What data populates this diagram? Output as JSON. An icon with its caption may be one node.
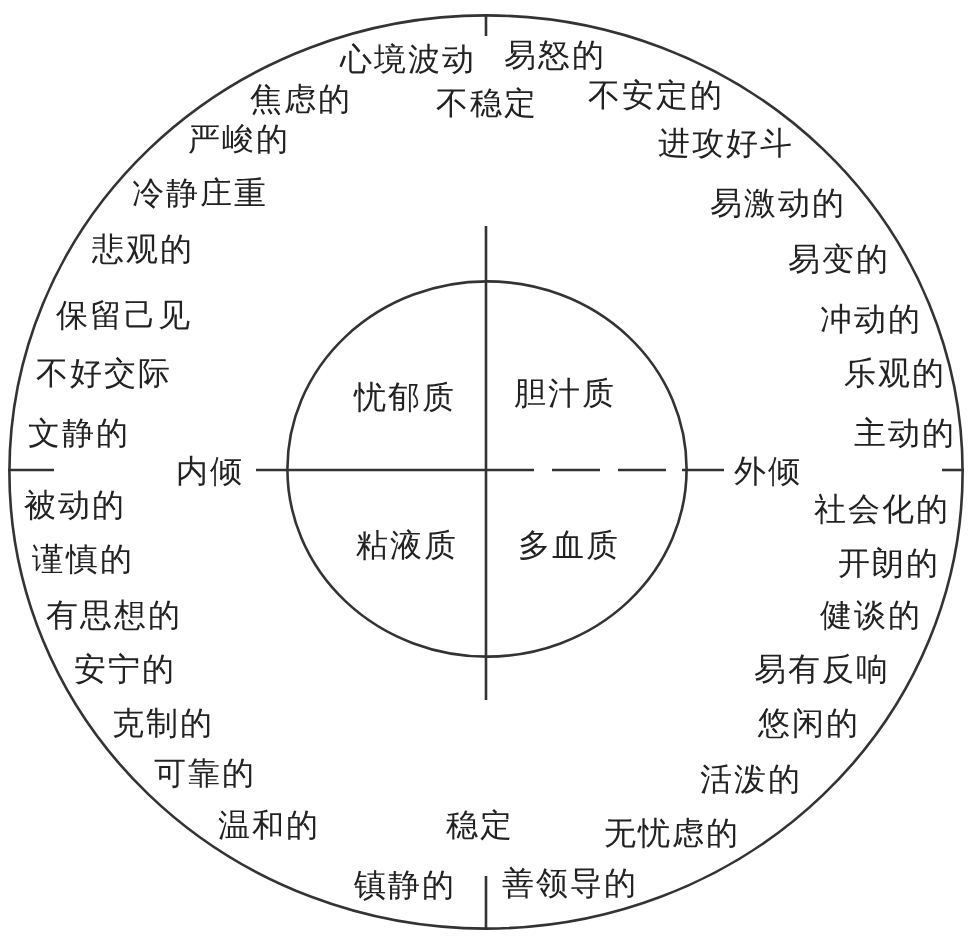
{
  "diagram": {
    "nodes": [
      {
        "text": [
          "心境波动",
          "焦虑的",
          "严峻的",
          "冷静庄重",
          "悲观的",
          "保留己见",
          "不好交际",
          "文静的",
          "被动的",
          "谨慎的",
          "有思想的",
          "安宁的",
          "克制的",
          "可靠的",
          "温和的",
          "镇静的",
          "易怒的",
          "不安定的",
          "进攻好斗",
          "易激动的",
          "易变的",
          "冲动的",
          "乐观的",
          "主动的",
          "社会化的",
          "开朗的",
          "健谈的",
          "易有反响",
          "悠闲的",
          "活泼的",
          "无忧虑的",
          "善领导的"
        ]
      },
      {
        "text": [
          "忧郁质",
          "胆汁质",
          "粘液质",
          "多血质"
        ],
        "in": 0
      }
    ],
    "labels": [
      "不稳定",
      "内倾",
      "外倾",
      "稳定"
    ]
  }
}
